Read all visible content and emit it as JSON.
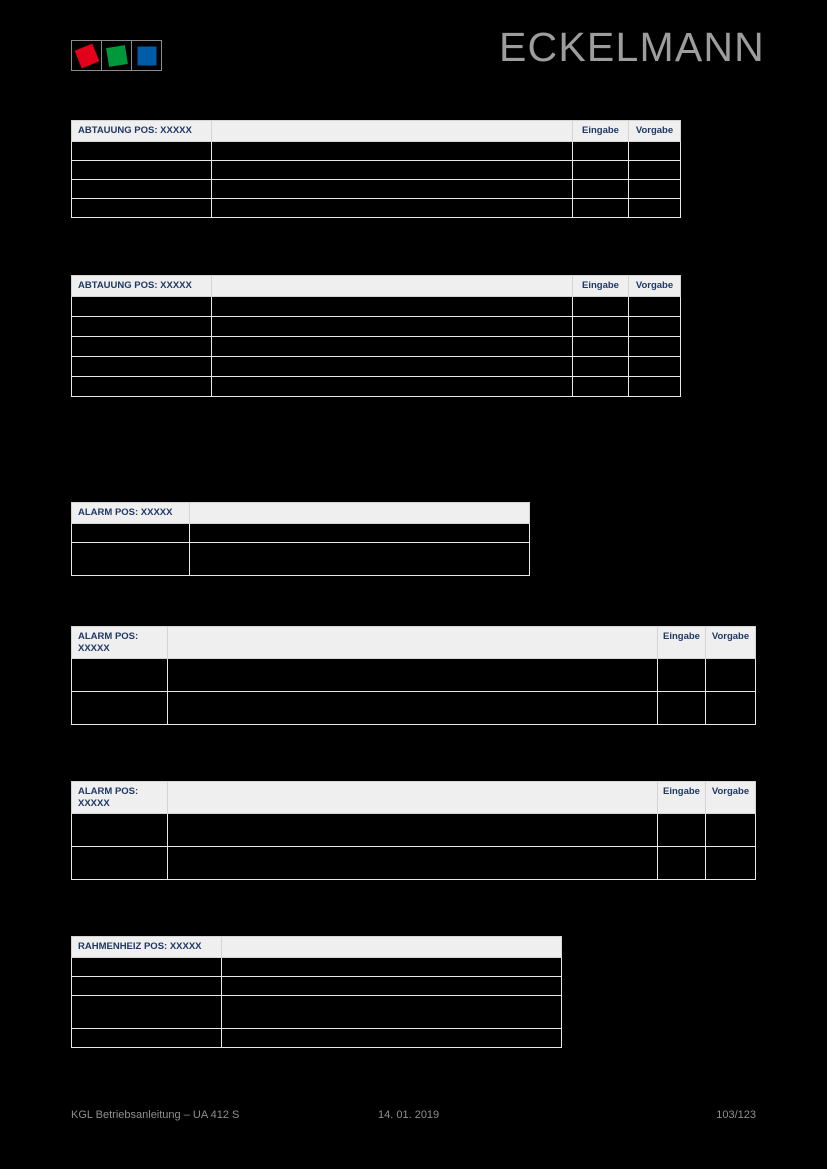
{
  "header": {
    "brand": "ECKELMANN",
    "logo": {
      "squares": [
        {
          "name": "red-square",
          "color": "#e2001a"
        },
        {
          "name": "green-square",
          "color": "#00983a"
        },
        {
          "name": "blue-square",
          "color": "#005ca9"
        }
      ]
    }
  },
  "labels": {
    "eingabe": "Eingabe",
    "vorgabe": "Vorgabe",
    "empty": ""
  },
  "tables": [
    {
      "id": "table-1",
      "title": "ABTAUUNG POS: XXXXX",
      "columns": [
        "ABTAUUNG POS: XXXXX",
        "",
        "Eingabe",
        "Vorgabe"
      ],
      "col_widths": [
        "140px",
        "361px",
        "56px",
        "52px"
      ],
      "rows": [
        [
          "",
          "",
          "",
          ""
        ],
        [
          "",
          "",
          "",
          ""
        ],
        [
          "",
          "",
          "",
          ""
        ],
        [
          "",
          "",
          "",
          ""
        ]
      ],
      "row_heights": [
        "19px",
        "19px",
        "19px",
        "19px"
      ]
    },
    {
      "id": "table-2",
      "title": "ABTAUUNG POS: XXXXX",
      "columns": [
        "ABTAUUNG POS: XXXXX",
        "",
        "Eingabe",
        "Vorgabe"
      ],
      "col_widths": [
        "140px",
        "361px",
        "56px",
        "52px"
      ],
      "rows": [
        [
          "",
          "",
          "",
          ""
        ],
        [
          "",
          "",
          "",
          ""
        ],
        [
          "",
          "",
          "",
          ""
        ],
        [
          "",
          "",
          "",
          ""
        ],
        [
          "",
          "",
          "",
          ""
        ]
      ],
      "row_heights": [
        "20px",
        "20px",
        "20px",
        "20px",
        "20px"
      ]
    },
    {
      "id": "table-3",
      "title": "ALARM POS: XXXXX",
      "columns": [
        "ALARM POS: XXXXX",
        ""
      ],
      "col_widths": [
        "118px",
        "340px"
      ],
      "rows": [
        [
          "",
          ""
        ],
        [
          "",
          ""
        ]
      ],
      "row_heights": [
        "19px",
        "33px"
      ]
    },
    {
      "id": "table-4",
      "title": "ALARM POS:\nXXXXX",
      "columns": [
        "ALARM POS:\nXXXXX",
        "",
        "Eingabe",
        "Vorgabe"
      ],
      "col_widths": [
        "96px",
        "490px",
        "48px",
        "50px"
      ],
      "rows": [
        [
          "",
          "",
          "",
          ""
        ],
        [
          "",
          "",
          "",
          ""
        ]
      ],
      "row_heights": [
        "33px",
        "33px"
      ]
    },
    {
      "id": "table-5",
      "title": "ALARM POS:\nXXXXX",
      "columns": [
        "ALARM POS:\nXXXXX",
        "",
        "Eingabe",
        "Vorgabe"
      ],
      "col_widths": [
        "96px",
        "490px",
        "48px",
        "50px"
      ],
      "rows": [
        [
          "",
          "",
          "",
          ""
        ],
        [
          "",
          "",
          "",
          ""
        ]
      ],
      "row_heights": [
        "33px",
        "33px"
      ]
    },
    {
      "id": "table-6",
      "title": "RAHMENHEIZ POS: XXXXX",
      "columns": [
        "RAHMENHEIZ POS: XXXXX",
        ""
      ],
      "col_widths": [
        "150px",
        "340px"
      ],
      "rows": [
        [
          "",
          ""
        ],
        [
          "",
          ""
        ],
        [
          "",
          ""
        ],
        [
          "",
          ""
        ]
      ],
      "row_heights": [
        "19px",
        "19px",
        "33px",
        "19px"
      ]
    }
  ],
  "footer": {
    "left": "KGL Betriebsanleitung – UA 412 S",
    "center": "14. 01. 2019",
    "right": "103/123"
  },
  "colors": {
    "page_background": "#000000",
    "header_fill": "#efefef",
    "header_text": "#1f3864",
    "grid_line": "#e8e8e8",
    "brand_text": "#9d9d9d",
    "footer_text": "#8f8f8f"
  }
}
